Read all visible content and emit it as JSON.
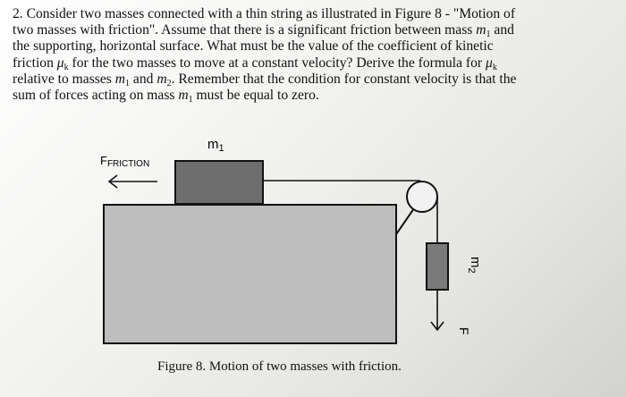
{
  "problem": {
    "line1": "2. Consider two masses connected with a thin string as illustrated in Figure 8 - \"Motion of",
    "line2_a": "two masses with friction\". Assume that there is a significant friction between mass ",
    "line2_m": "m",
    "line2_sub": "1",
    "line2_b": " and",
    "line3": "the supporting, horizontal surface. What must be the value of the coefficient of kinetic",
    "line4_a": "friction ",
    "line4_mu": "μ",
    "line4_sub": "k",
    "line4_b": " for the two masses to move at a constant velocity? Derive the formula for ",
    "line4_mu2": "μ",
    "line4_sub2": "k",
    "line5_a": "relative to masses ",
    "line5_m1": "m",
    "line5_sub1": "1",
    "line5_and": " and ",
    "line5_m2": "m",
    "line5_sub2": "2",
    "line5_b": ". Remember that the condition for constant velocity is that the",
    "line6_a": "sum of forces acting on mass ",
    "line6_m": "m",
    "line6_sub": "1",
    "line6_b": " must be equal to zero."
  },
  "figure": {
    "mass1_label": "m",
    "mass1_sub": "1",
    "friction_label_F": "F",
    "friction_label_rest": "FRICTION",
    "mass2_label": "m",
    "mass2_sub": "2",
    "force_label": "F",
    "caption": "Figure 8. Motion of two masses with friction.",
    "colors": {
      "table": "#bdbdbd",
      "mass1": "#6e6e6e",
      "mass2": "#7a7a7a",
      "outline": "#111111"
    }
  }
}
